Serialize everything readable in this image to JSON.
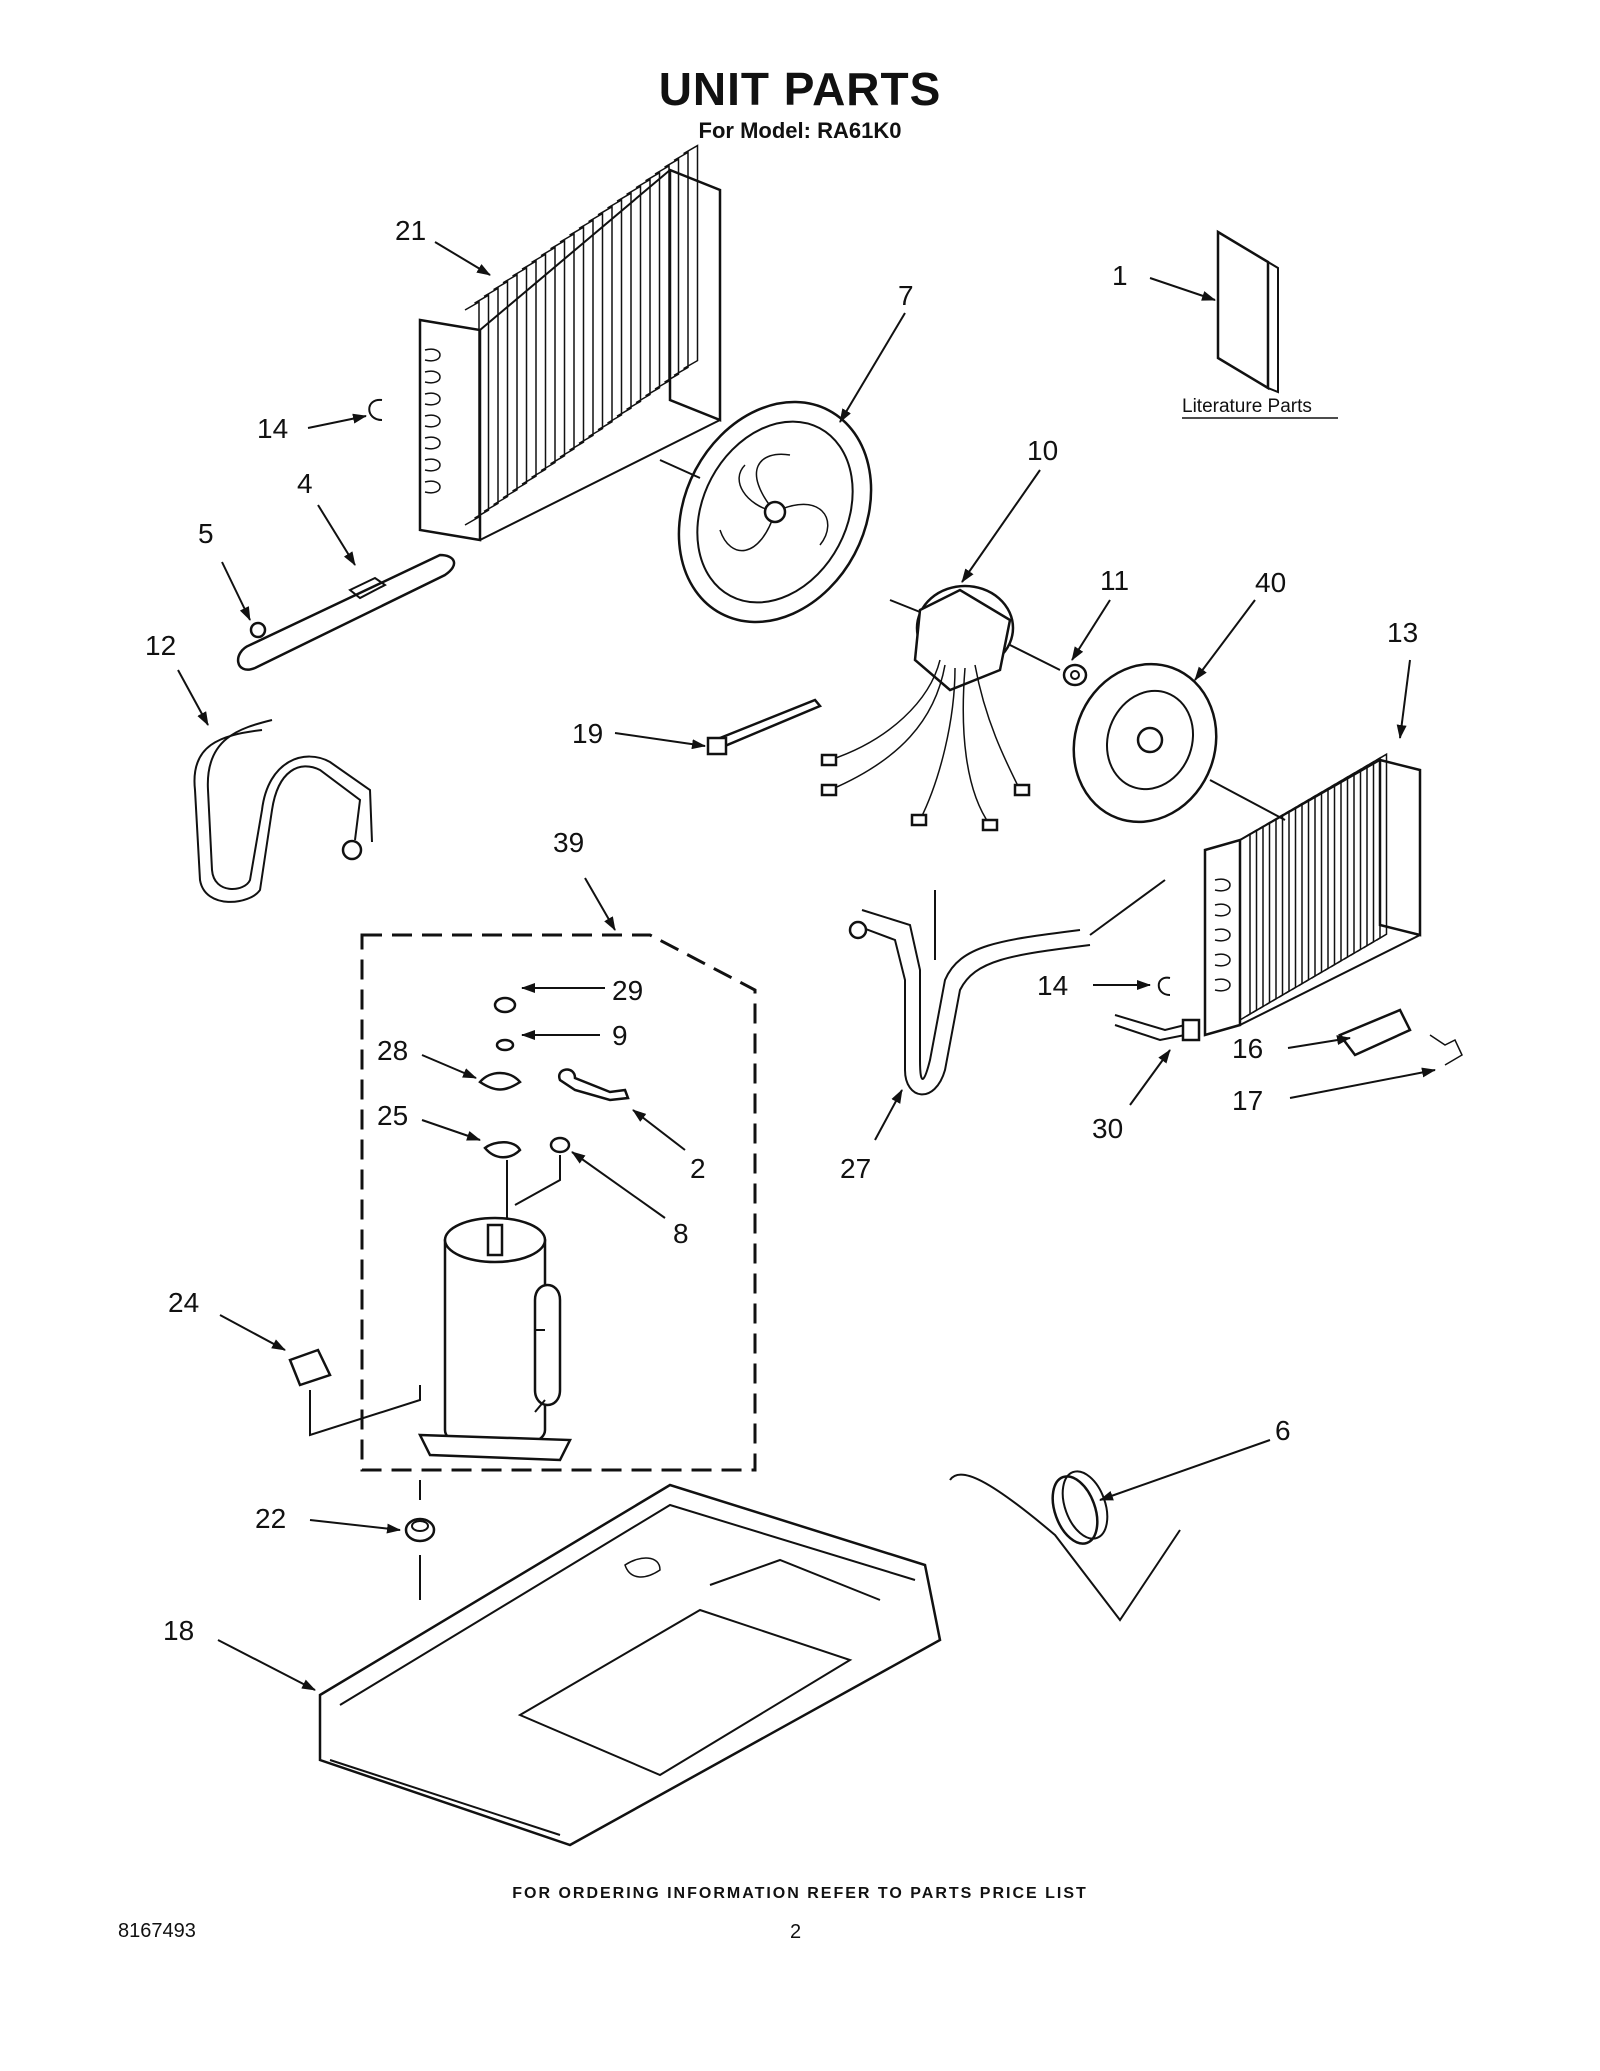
{
  "header": {
    "title": "UNIT PARTS",
    "subtitle": "For Model: RA61K0"
  },
  "diagram": {
    "literature_label": "Literature Parts",
    "callouts": [
      "1",
      "2",
      "4",
      "5",
      "6",
      "7",
      "8",
      "9",
      "10",
      "11",
      "12",
      "13",
      "14",
      "14",
      "16",
      "17",
      "18",
      "19",
      "21",
      "22",
      "24",
      "25",
      "27",
      "28",
      "29",
      "30",
      "39",
      "40"
    ]
  },
  "footer": {
    "ordering_note": "FOR ORDERING INFORMATION REFER TO PARTS PRICE LIST",
    "doc_number": "8167493",
    "page_number": "2"
  }
}
